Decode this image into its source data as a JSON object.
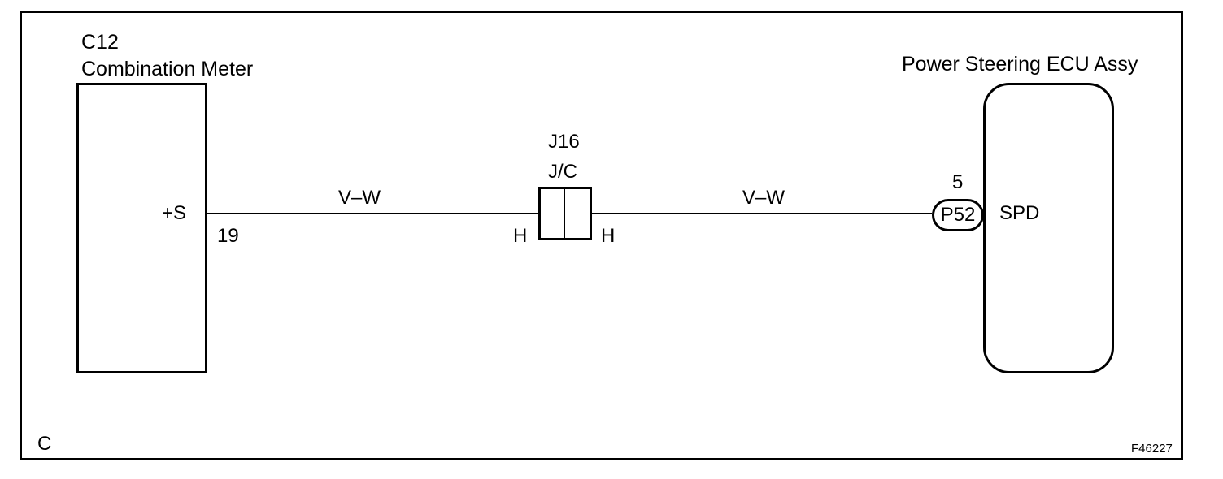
{
  "diagram": {
    "meter": {
      "code": "C12",
      "name": "Combination Meter",
      "terminal_label": "+S",
      "pin": "19"
    },
    "junction": {
      "code": "J16",
      "type": "J/C",
      "left_pin": "H",
      "right_pin": "H"
    },
    "ecu": {
      "name": "Power Steering ECU Assy",
      "terminal_label": "SPD",
      "pin": "5",
      "connector": "P52"
    },
    "wires": [
      {
        "color_code": "V–W"
      },
      {
        "color_code": "V–W"
      }
    ],
    "corner_mark": "C",
    "figure_id": "F46227"
  }
}
